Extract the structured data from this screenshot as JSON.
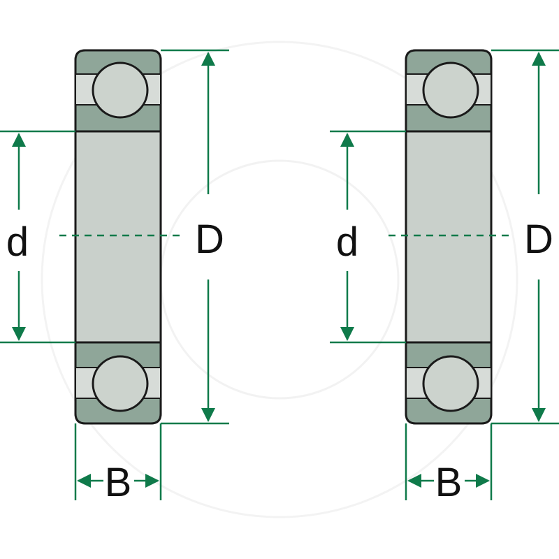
{
  "diagrams": [
    {
      "name": "left-bearing",
      "labels": {
        "bore": "d",
        "outer": "D",
        "width": "B"
      }
    },
    {
      "name": "right-bearing",
      "labels": {
        "bore": "d",
        "outer": "D",
        "width": "B"
      }
    }
  ],
  "colors": {
    "dimension_line": "#0f7a4a",
    "outline": "#1a1a1a",
    "body_fill": "#c9d0cb",
    "ring_fill": "#8fa699",
    "ball_fill": "#ccd3cd",
    "label": "#111111"
  }
}
